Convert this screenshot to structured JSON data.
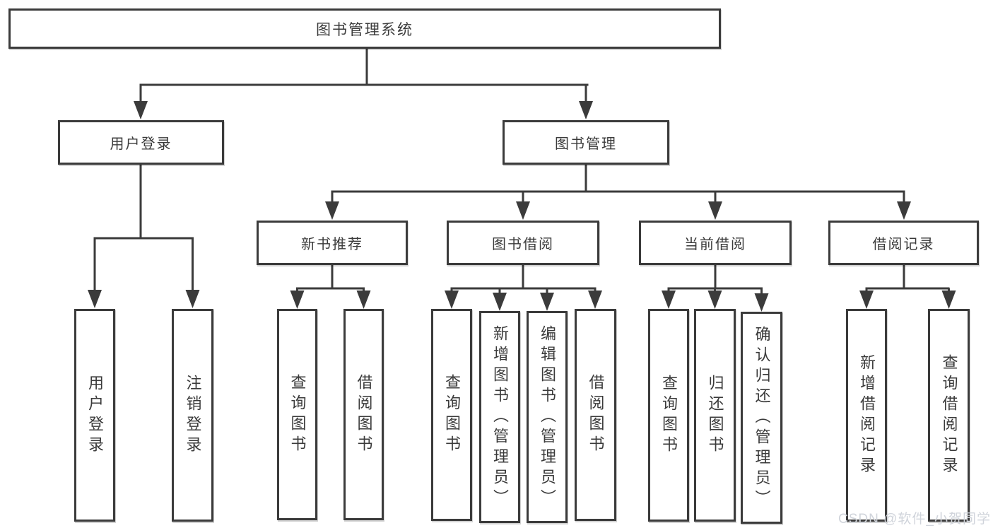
{
  "colors": {
    "line": "#3b3b3b",
    "text": "#3a3a3a",
    "background": "#ffffff",
    "watermark": "#d0d4db"
  },
  "tree": {
    "root": "图书管理系统",
    "level2": [
      "用户登录",
      "图书管理"
    ],
    "level3": [
      "新书推荐",
      "图书借阅",
      "当前借阅",
      "借阅记录"
    ],
    "leaves": {
      "user_login": [
        "用户登录",
        "注销登录"
      ],
      "new_recommend": [
        "查询图书",
        "借阅图书"
      ],
      "book_borrow": [
        "查询图书",
        "新增图书（管理员）",
        "编辑图书（管理员）",
        "借阅图书"
      ],
      "current_borrow": [
        "查询图书",
        "归还图书",
        "确认归还（管理员）"
      ],
      "borrow_records": [
        "新增借阅记录",
        "查询借阅记录"
      ]
    }
  },
  "watermark": "CSDN @软件_小贺同学"
}
